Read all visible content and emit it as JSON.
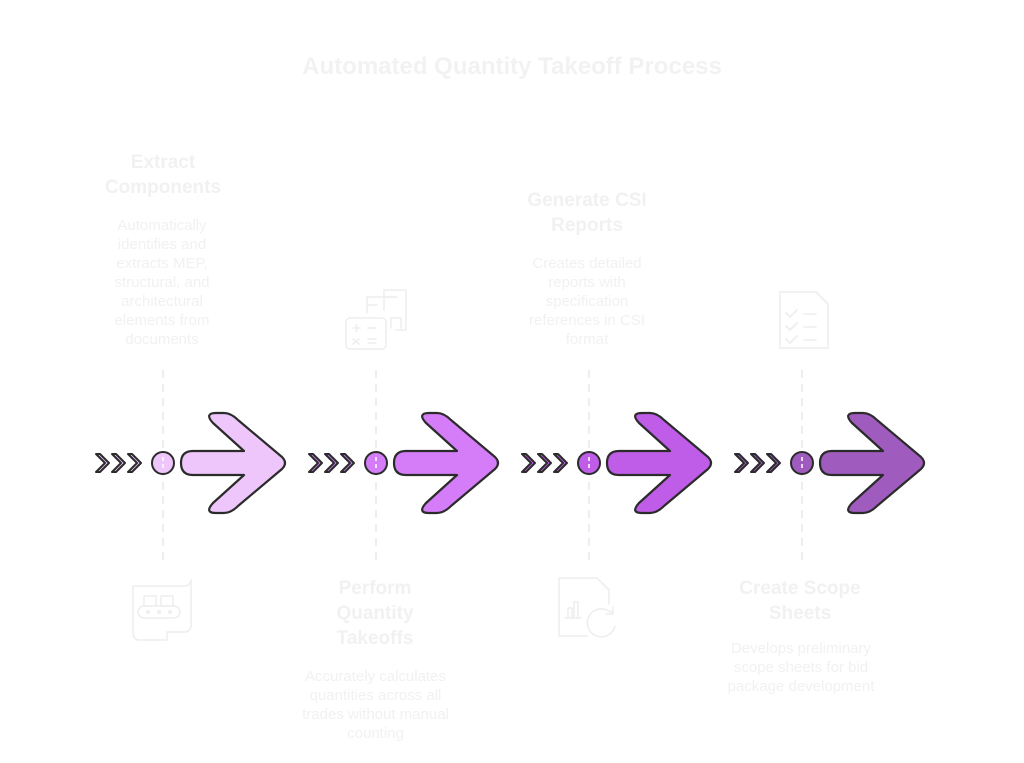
{
  "title": "Automated Quantity Takeoff Process",
  "steps": [
    {
      "title": "Extract Components",
      "description": "Automatically identifies and extracts MEP, structural, and architectural elements from documents",
      "icon": "conveyor-document-icon",
      "color": "#eec6fc",
      "position": "top"
    },
    {
      "title": "Perform Quantity Takeoffs",
      "description": "Accurately calculates quantities across all trades without manual counting",
      "icon": "calculator-document-icon",
      "color": "#d57cf8",
      "position": "bottom"
    },
    {
      "title": "Generate CSI Reports",
      "description": "Creates detailed reports with specification references in CSI format",
      "icon": "report-refresh-icon",
      "color": "#bf5ce8",
      "position": "top"
    },
    {
      "title": "Create Scope Sheets",
      "description": "Develops preliminary scope sheets for bid package development",
      "icon": "checklist-document-icon",
      "color": "#a05bbf",
      "position": "bottom"
    }
  ],
  "colors": {
    "outline": "#2b2b2b",
    "faded_text": "#f1f1f1",
    "dashed_line": "#eeeeee"
  }
}
